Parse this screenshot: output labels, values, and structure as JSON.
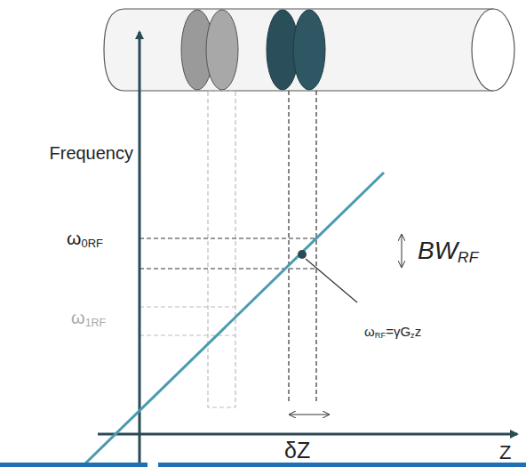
{
  "diagram": {
    "labels": [
      "Frequency",
      "ω0RF",
      "ω1RF",
      "BWRF",
      "ωRF=γGzz",
      "δZ",
      "Z"
    ]
  }
}
